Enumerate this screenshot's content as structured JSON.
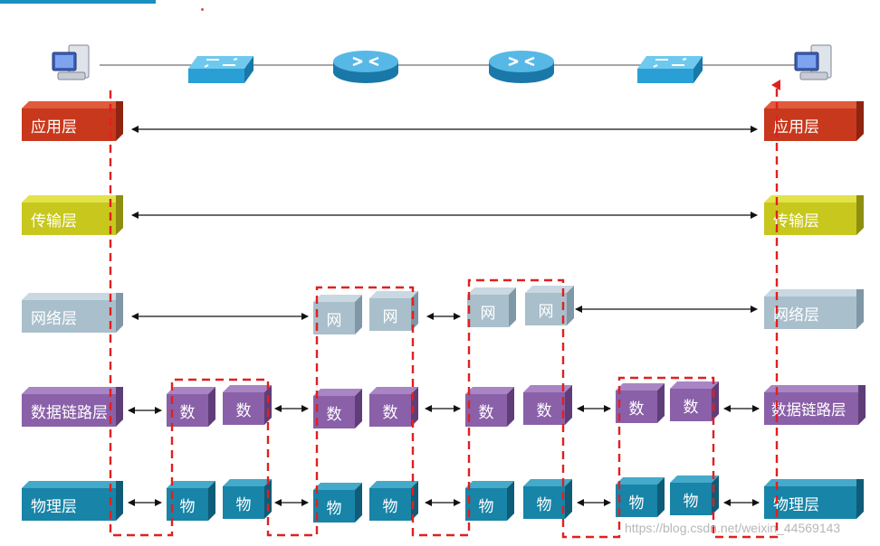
{
  "layers": {
    "application": "应用层",
    "transport": "传输层",
    "network": "网络层",
    "datalink": "数据链路层",
    "physical": "物理层"
  },
  "short_labels": {
    "network": "网",
    "datalink": "数",
    "physical": "物"
  },
  "devices": [
    "computer-icon",
    "switch-icon",
    "router-icon",
    "router-icon",
    "switch-icon",
    "computer-icon"
  ],
  "colors": {
    "application": "#c8381c",
    "transport": "#c7c71d",
    "network": "#a9bfcc",
    "datalink": "#8a60a8",
    "physical": "#1784a8",
    "path": "#e02020"
  },
  "watermark": "https://blog.csdn.net/weixin_44569143"
}
